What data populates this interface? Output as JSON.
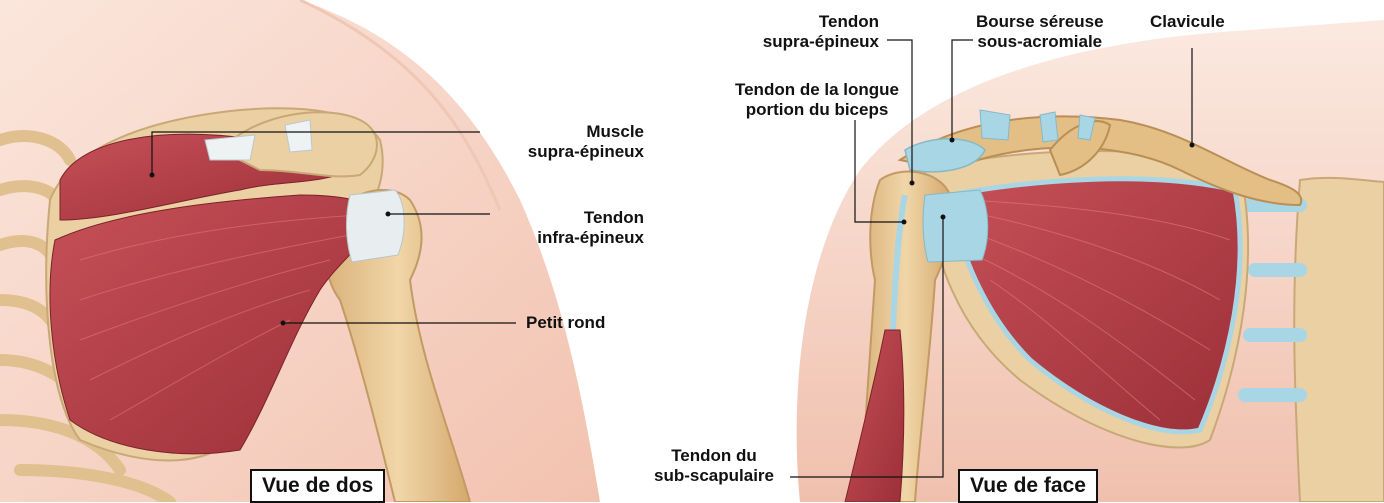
{
  "colors": {
    "skin": "#f6d2c3",
    "bone": "#e8c896",
    "muscle": "#b9414a",
    "tendon": "#a9d6e4",
    "line": "#111111"
  },
  "back_view": {
    "title": "Vue de dos",
    "labels": {
      "supraspinatus": "Muscle\nsupra-épineux",
      "infraspinatus_tendon": "Tendon\ninfra-épineux",
      "teres_minor": "Petit rond"
    }
  },
  "front_view": {
    "title": "Vue de face",
    "labels": {
      "supraspinatus_tendon": "Tendon\nsupra-épineux",
      "bursa": "Bourse séreuse\nsous-acromiale",
      "clavicle": "Clavicule",
      "biceps_tendon": "Tendon de la longue\nportion du biceps",
      "subscapularis_tendon": "Tendon du\nsub-scapulaire"
    }
  }
}
